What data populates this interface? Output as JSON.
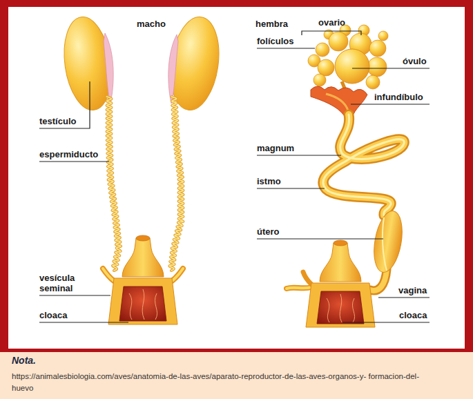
{
  "diagram": {
    "labels": [
      "macho",
      "hembra",
      "ovario",
      "folículos",
      "óvulo",
      "testículo",
      "infundíbulo",
      "espermiducto",
      "magnum",
      "istmo",
      "útero",
      "vesícula seminal",
      "vagina",
      "cloaca",
      "cloaca",
      "Nota.",
      "https://animalesbiologia.com/aves/anatomia-de-las-aves/aparato-reproductor-de-las-aves-organos-y- formacion-del-huevo"
    ]
  }
}
